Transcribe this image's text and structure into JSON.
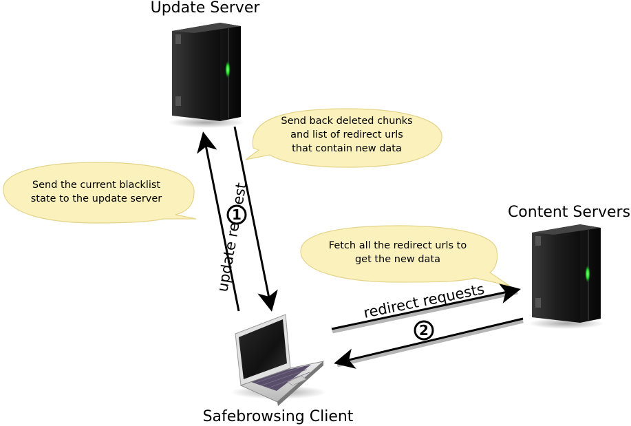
{
  "nodes": {
    "update_server": "Update Server",
    "content_servers": "Content Servers",
    "client": "Safebrowsing Client"
  },
  "bubbles": {
    "send_state": [
      "Send the current blacklist",
      "state to the update server"
    ],
    "send_back": [
      "Send back deleted chunks",
      "and list of redirect urls",
      "that contain new data"
    ],
    "fetch": [
      "Fetch all the redirect urls to",
      "get the new data"
    ]
  },
  "edges": {
    "update_request": "update request",
    "redirect_requests": "redirect requests"
  },
  "steps": {
    "one": "1",
    "two": "2"
  },
  "colors": {
    "bubble_fill": "#fbf1bd",
    "bubble_stroke": "#e3d48a",
    "server_body": "#1a1a1a",
    "server_led": "#3dff45",
    "arrow": "#000000"
  }
}
